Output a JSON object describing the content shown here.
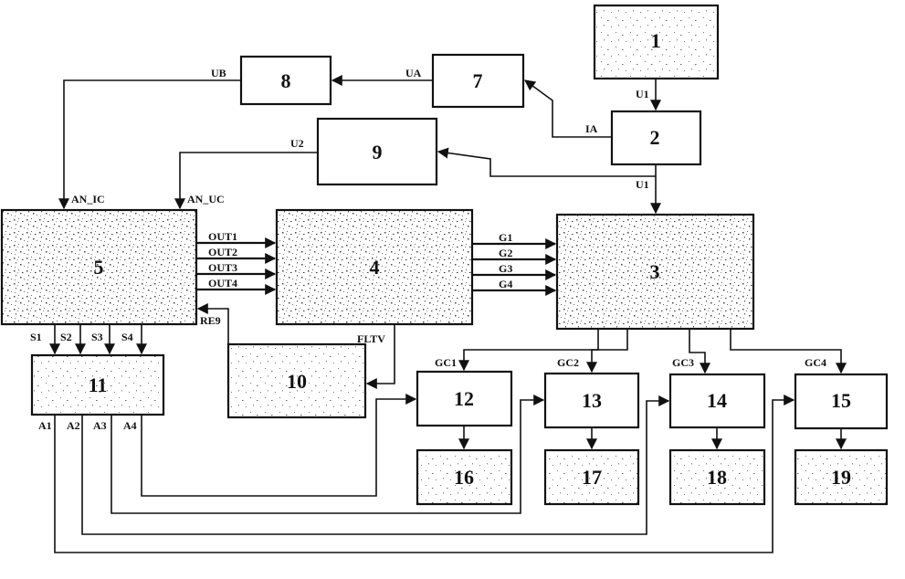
{
  "blocks": {
    "b1": "1",
    "b2": "2",
    "b3": "3",
    "b4": "4",
    "b5": "5",
    "b7": "7",
    "b8": "8",
    "b9": "9",
    "b10": "10",
    "b11": "11",
    "b12": "12",
    "b13": "13",
    "b14": "14",
    "b15": "15",
    "b16": "16",
    "b17": "17",
    "b18": "18",
    "b19": "19"
  },
  "signals": {
    "u1_top": "U1",
    "u1_bottom": "U1",
    "ia": "IA",
    "ua": "UA",
    "ub": "UB",
    "u2": "U2",
    "an_ic": "AN_IC",
    "an_uc": "AN_UC",
    "out1": "OUT1",
    "out2": "OUT2",
    "out3": "OUT3",
    "out4": "OUT4",
    "g1": "G1",
    "g2": "G2",
    "g3": "G3",
    "g4": "G4",
    "re9": "RE9",
    "fltv": "FLTV",
    "s1": "S1",
    "s2": "S2",
    "s3": "S3",
    "s4": "S4",
    "a1": "A1",
    "a2": "A2",
    "a3": "A3",
    "a4": "A4",
    "gc1": "GC1",
    "gc2": "GC2",
    "gc3": "GC3",
    "gc4": "GC4"
  }
}
